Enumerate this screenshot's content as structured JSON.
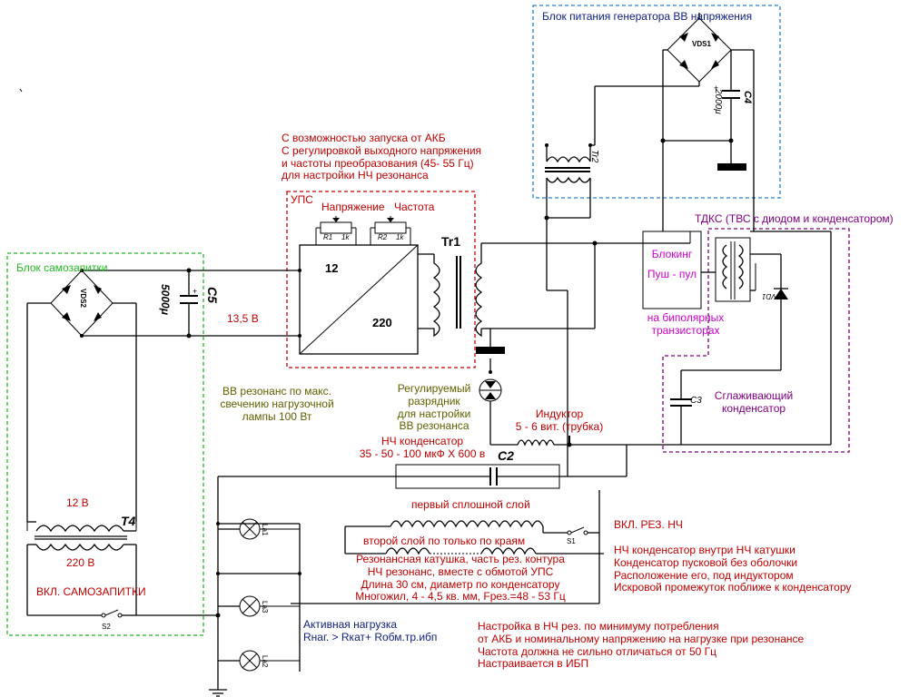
{
  "upc_notes": [
    "С возможностью запуска от АКБ",
    "С регулировкой выходного напряжения",
    "и частоты преобразования (45- 55 Гц)",
    "для настройки НЧ резонанса"
  ],
  "upc": {
    "title": "УПС",
    "voltage": "Напряжение",
    "freq": "Частота",
    "r1": "R1",
    "r1v": "1k",
    "r2": "R2",
    "r2v": "1k",
    "in": "12",
    "out": "220"
  },
  "tr1": "Tr1",
  "tr2": "Tr2",
  "psu_hv": {
    "title": "Блок питания генератора ВВ напряжения",
    "vds1": "VDS1",
    "c4": "C4",
    "c4v": "2000μ"
  },
  "self_block": {
    "title": "Блок самозапитки",
    "vds2": "VDS2",
    "c5": "C5",
    "c5v": "5000μ",
    "v13": "13,5 В",
    "v12": "12 В",
    "v220": "220 В",
    "t4": "T4",
    "switch_label": "ВКЛ. САМОЗАПИТКИ",
    "s2": "S2"
  },
  "tdks": {
    "title": "ТДКС (ТВС с диодом и конденсатором)",
    "vd1": "VD1"
  },
  "blocking": {
    "l1": "Блокинг",
    "l2": "Пуш - пул",
    "bipolar1": "на биполярных",
    "bipolar2": "транзисторах"
  },
  "smoothing": {
    "c3": "C3",
    "l1": "Сглаживающий",
    "l2": "конденсатор"
  },
  "hv_res": [
    "ВВ резонанс по макс.",
    "свечению нагрузочной",
    "лампы 100 Вт"
  ],
  "gap": [
    "Регулируемый",
    "разрядник",
    "для настройки",
    "ВВ резонанса"
  ],
  "inductor": [
    "Индуктор",
    "5 - 6 вит. (трубка)"
  ],
  "lf_cap": {
    "l1": "НЧ конденсатор",
    "l2": "35 - 50 - 100 мкФ Х 600 в",
    "c2": "C2"
  },
  "coil": {
    "first": "первый сплошной слой",
    "second": "второй слой по только по краям"
  },
  "res_coil": [
    "Резонансная катушка, часть рез. контура",
    "НЧ резонанс, вместе с обмотой УПС",
    "Длина 30 см, диаметр по конденсатору",
    "Многожил, 4 - 4,5 кв. мм, Fрез.=48 - 53 Гц"
  ],
  "s1": {
    "label": "ВКЛ. РЕЗ. НЧ",
    "name": "S1"
  },
  "lf_cap_notes": [
    "НЧ конденсатор внутри НЧ катушки",
    "Конденсатор пусковой без оболочки",
    "Расположение его, под индуктором",
    "Искровой промежуток поближе к конденсатору"
  ],
  "load": {
    "l1": "Активная нагрузка",
    "l2": "Rнаг. > Rкат+ Rобм.тр.ибп",
    "la1": "La1",
    "la2": "La2",
    "la3": "La3"
  },
  "tuning": [
    "Настройка в НЧ рез. по минимуму потребления",
    "от АКБ и номинальному напряжению на нагрузке при резонансе",
    "Частота должна не сильно отличаться от 50 Гц",
    "Настраивается в ИБП"
  ]
}
